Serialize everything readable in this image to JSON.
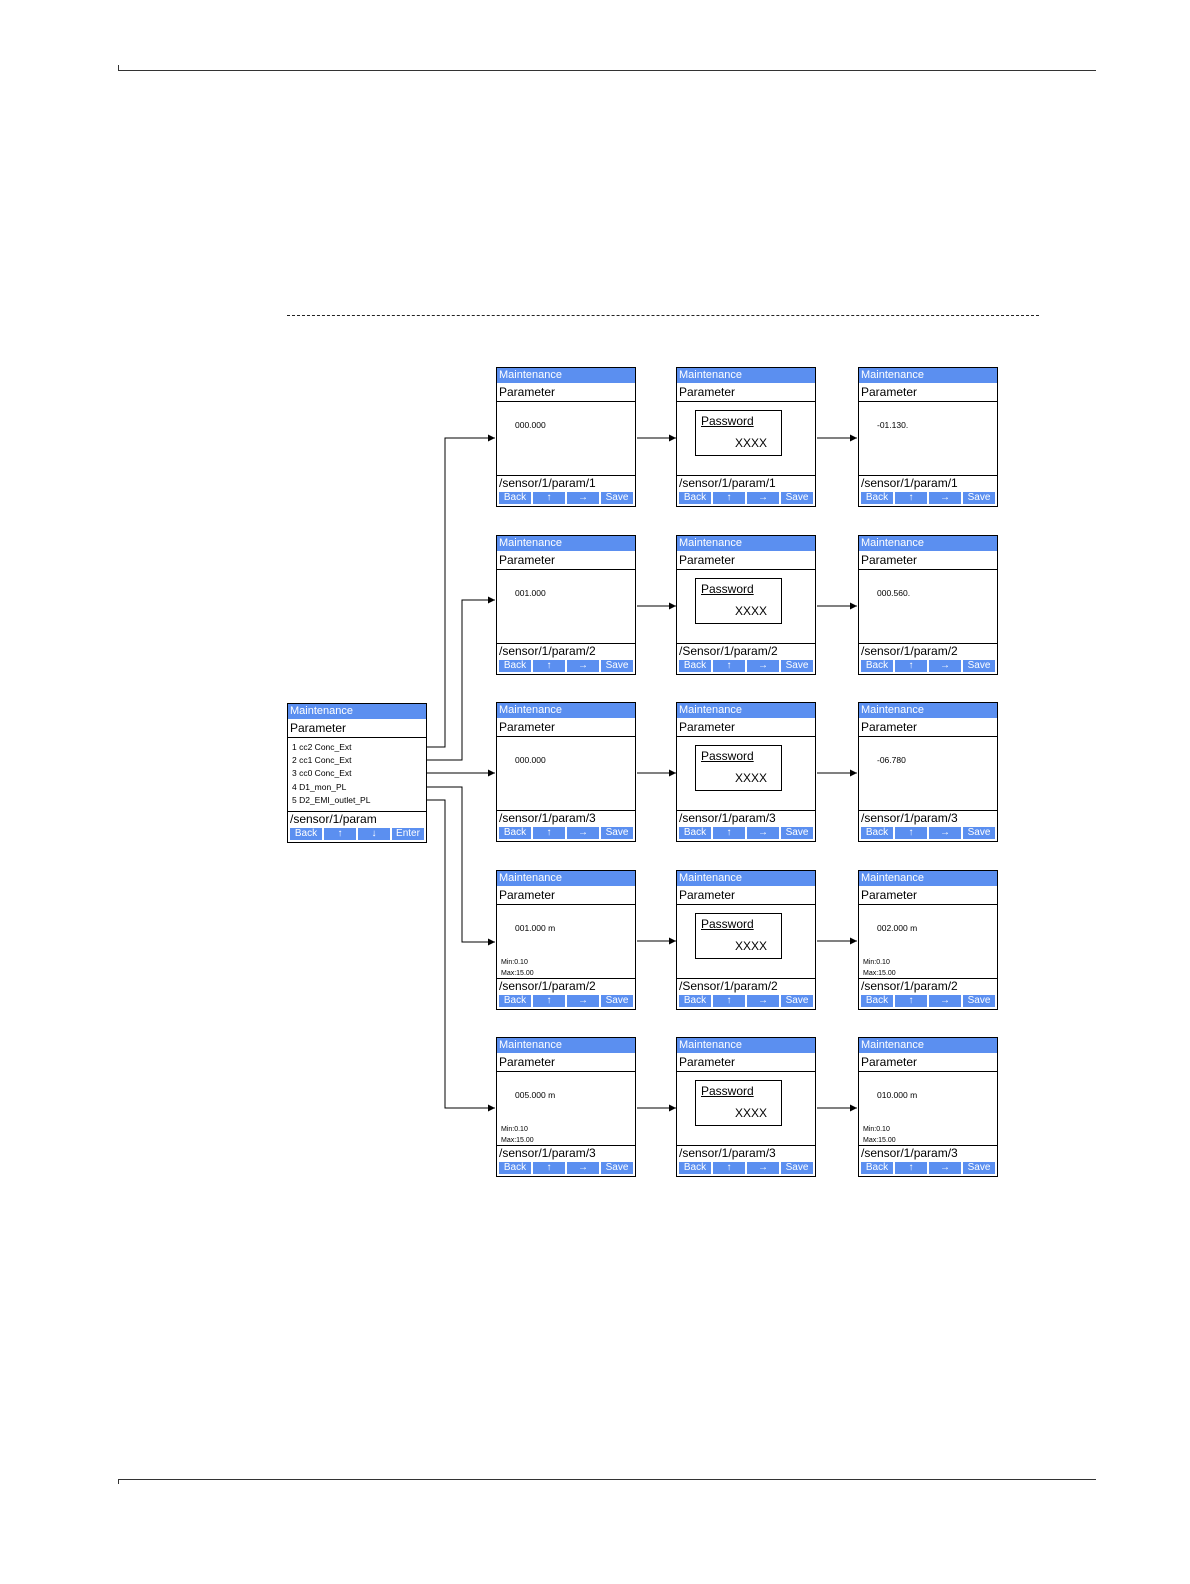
{
  "diagram": {
    "main": {
      "title": "Maintenance",
      "subtitle": "Parameter",
      "items": [
        "1  cc2  Conc_Ext",
        "2  cc1  Conc_Ext",
        "3  cc0  Conc_Ext",
        "4  D1_mon_PL",
        "5  D2_EMI_outlet_PL"
      ],
      "path": "/sensor/1/param",
      "buttons": [
        "Back",
        "↑",
        "↓",
        "Enter"
      ]
    },
    "rows": [
      {
        "col1": {
          "title": "Maintenance",
          "subtitle": "Parameter",
          "value": "000.000",
          "path": "/sensor/1/param/1",
          "buttons": [
            "Back",
            "↑",
            "→",
            "Save"
          ]
        },
        "col2": {
          "title": "Maintenance",
          "subtitle": "Parameter",
          "password_label": "Password",
          "password_value": "XXXX",
          "path": "/sensor/1/param/1",
          "buttons": [
            "Back",
            "↑",
            "→",
            "Save"
          ]
        },
        "col3": {
          "title": "Maintenance",
          "subtitle": "Parameter",
          "value": "-01.130.",
          "path": "/sensor/1/param/1",
          "buttons": [
            "Back",
            "↑",
            "→",
            "Save"
          ]
        }
      },
      {
        "col1": {
          "title": "Maintenance",
          "subtitle": "Parameter",
          "value": "001.000",
          "path": "/sensor/1/param/2",
          "buttons": [
            "Back",
            "↑",
            "→",
            "Save"
          ]
        },
        "col2": {
          "title": "Maintenance",
          "subtitle": "Parameter",
          "password_label": "Password",
          "password_value": "XXXX",
          "path": "/Sensor/1/param/2",
          "buttons": [
            "Back",
            "↑",
            "→",
            "Save"
          ]
        },
        "col3": {
          "title": "Maintenance",
          "subtitle": "Parameter",
          "value": "000.560.",
          "path": "/sensor/1/param/2",
          "buttons": [
            "Back",
            "↑",
            "→",
            "Save"
          ]
        }
      },
      {
        "col1": {
          "title": "Maintenance",
          "subtitle": "Parameter",
          "value": "000.000",
          "path": "/sensor/1/param/3",
          "buttons": [
            "Back",
            "↑",
            "→",
            "Save"
          ]
        },
        "col2": {
          "title": "Maintenance",
          "subtitle": "Parameter",
          "password_label": "Password",
          "password_value": "XXXX",
          "path": "/sensor/1/param/3",
          "buttons": [
            "Back",
            "↑",
            "→",
            "Save"
          ]
        },
        "col3": {
          "title": "Maintenance",
          "subtitle": "Parameter",
          "value": "-06.780",
          "path": "/sensor/1/param/3",
          "buttons": [
            "Back",
            "↑",
            "→",
            "Save"
          ]
        }
      },
      {
        "col1": {
          "title": "Maintenance",
          "subtitle": "Parameter",
          "value": "001.000 m",
          "min": "Min:0.10",
          "max": "Max:15.00",
          "path": "/sensor/1/param/2",
          "buttons": [
            "Back",
            "↑",
            "→",
            "Save"
          ]
        },
        "col2": {
          "title": "Maintenance",
          "subtitle": "Parameter",
          "password_label": "Password",
          "password_value": "XXXX",
          "path": "/Sensor/1/param/2",
          "buttons": [
            "Back",
            "↑",
            "→",
            "Save"
          ]
        },
        "col3": {
          "title": "Maintenance",
          "subtitle": "Parameter",
          "value": "002.000 m",
          "min": "Min:0.10",
          "max": "Max:15.00",
          "path": "/sensor/1/param/2",
          "buttons": [
            "Back",
            "↑",
            "→",
            "Save"
          ]
        }
      },
      {
        "col1": {
          "title": "Maintenance",
          "subtitle": "Parameter",
          "value": "005.000 m",
          "min": "Min:0.10",
          "max": "Max:15.00",
          "path": "/sensor/1/param/3",
          "buttons": [
            "Back",
            "↑",
            "→",
            "Save"
          ]
        },
        "col2": {
          "title": "Maintenance",
          "subtitle": "Parameter",
          "password_label": "Password",
          "password_value": "XXXX",
          "path": "/sensor/1/param/3",
          "buttons": [
            "Back",
            "↑",
            "→",
            "Save"
          ]
        },
        "col3": {
          "title": "Maintenance",
          "subtitle": "Parameter",
          "value": "010.000 m",
          "min": "Min:0.10",
          "max": "Max:15.00",
          "path": "/sensor/1/param/3",
          "buttons": [
            "Back",
            "↑",
            "→",
            "Save"
          ]
        }
      }
    ]
  }
}
